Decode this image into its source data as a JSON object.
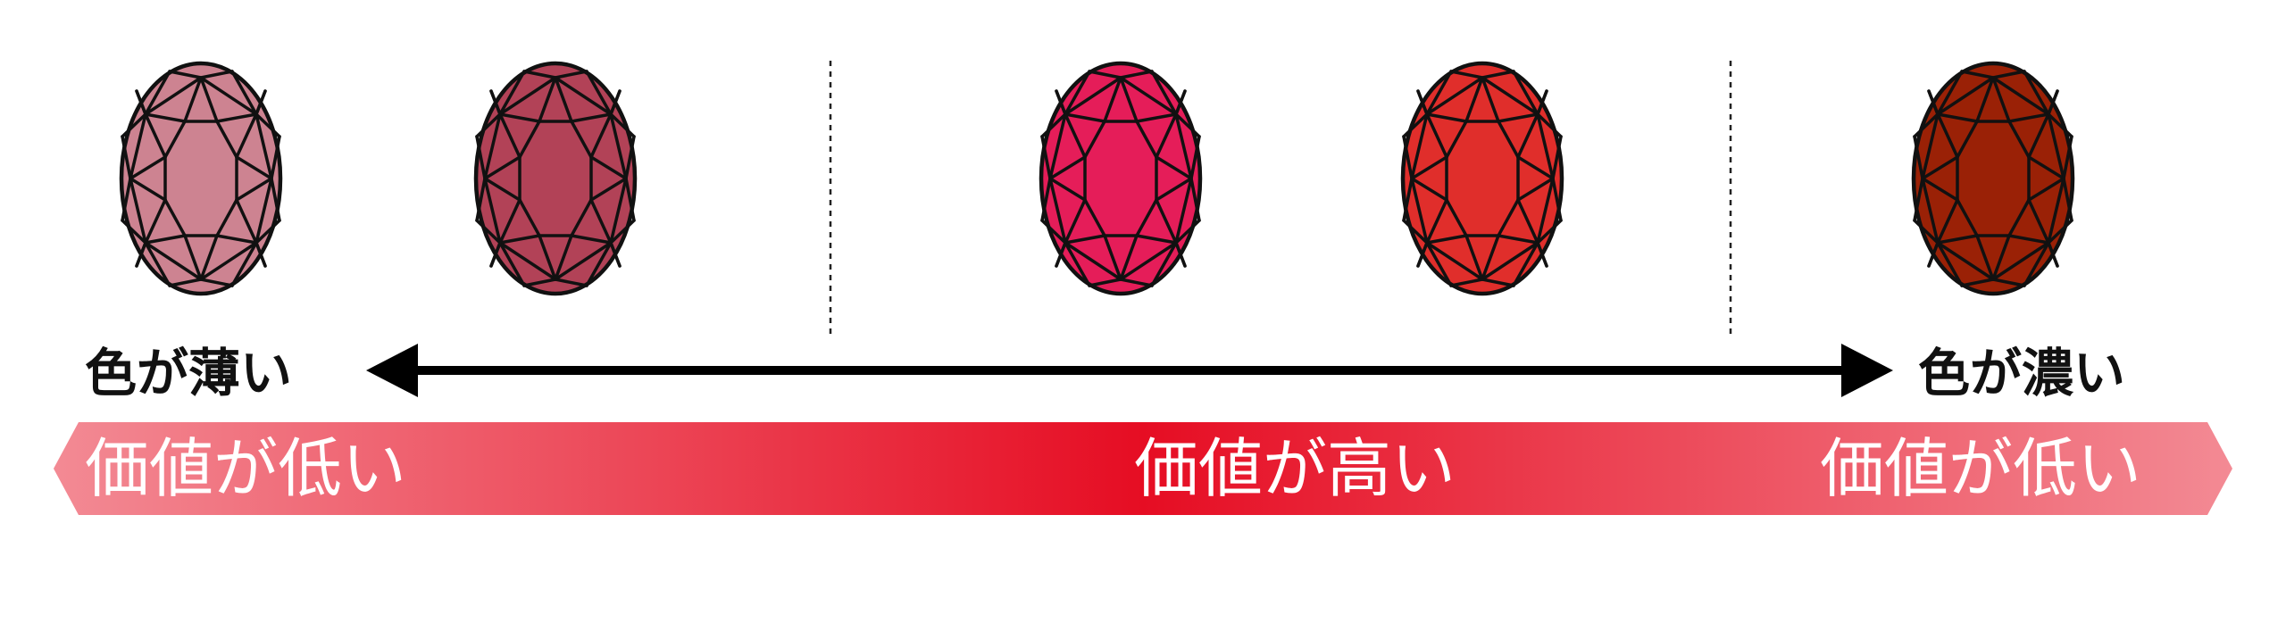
{
  "gems": [
    {
      "color": "#cd8391"
    },
    {
      "color": "#b24257"
    },
    {
      "color": "#e51d59"
    },
    {
      "color": "#e02e2b"
    },
    {
      "color": "#9a2106"
    }
  ],
  "color_axis": {
    "left_label": "色が薄い",
    "right_label": "色が濃い",
    "arrow_color": "#000000"
  },
  "value_band": {
    "left_label": "価値が低い",
    "center_label": "価値が高い",
    "right_label": "価値が低い",
    "edge_color": "#f38a94",
    "center_color": "#e60d23",
    "text_color": "#ffffff"
  }
}
